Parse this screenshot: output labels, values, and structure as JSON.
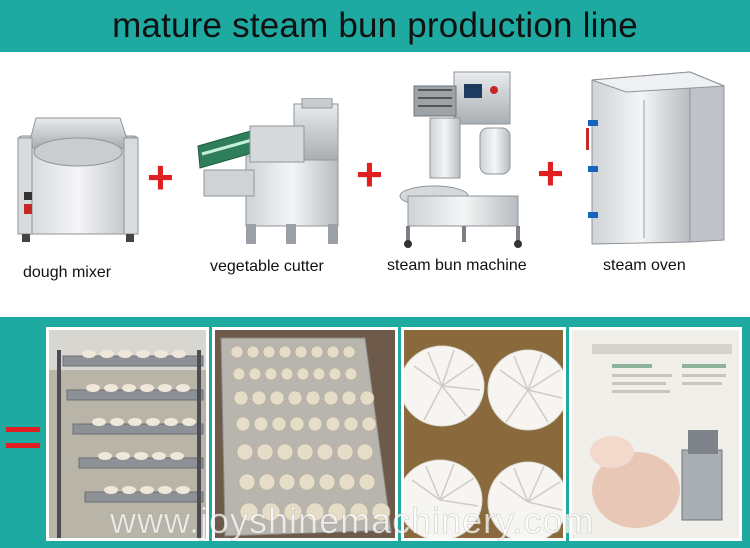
{
  "banner": {
    "title": "mature steam bun production line"
  },
  "machines": [
    {
      "label": "dough mixer",
      "icon": "dough-mixer-icon"
    },
    {
      "label": "vegetable cutter",
      "icon": "vegetable-cutter-icon"
    },
    {
      "label": "steam bun machine",
      "icon": "steam-bun-machine-icon"
    },
    {
      "label": "steam oven",
      "icon": "steam-oven-icon"
    }
  ],
  "operators": {
    "plus": "+"
  },
  "photos": [
    {
      "icon": "bun-tray-rack-icon"
    },
    {
      "icon": "bun-tray-icon"
    },
    {
      "icon": "steamed-buns-closeup-icon"
    },
    {
      "icon": "brochure-icon"
    }
  ],
  "watermark": {
    "text": "www.joyshinemachinery.com"
  },
  "colors": {
    "accent": "#1eaaa0",
    "plus": "#e02020"
  }
}
